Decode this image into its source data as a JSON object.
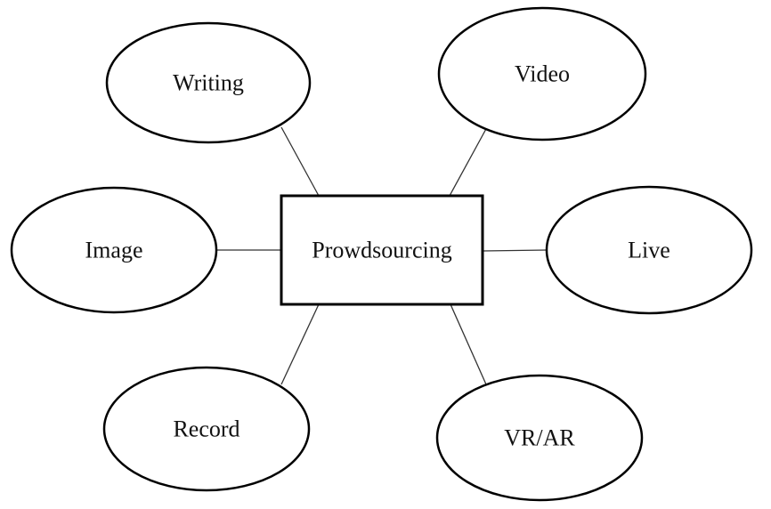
{
  "diagram": {
    "center": {
      "label": "Prowdsourcing"
    },
    "nodes": {
      "writing": {
        "label": "Writing"
      },
      "video": {
        "label": "Video"
      },
      "image": {
        "label": "Image"
      },
      "live": {
        "label": "Live"
      },
      "record": {
        "label": "Record"
      },
      "vrar": {
        "label": "VR/AR"
      }
    }
  }
}
